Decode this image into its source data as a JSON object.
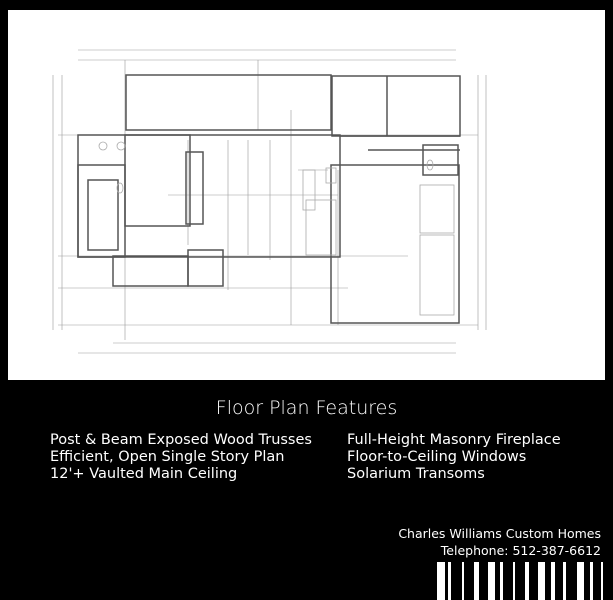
{
  "heading": "Floor Plan Features",
  "features_left": [
    "Post & Beam Exposed Wood Trusses",
    "Efficient, Open Single Story Plan",
    "12'+ Vaulted Main Ceiling"
  ],
  "features_right": [
    "Full-Height Masonry Fireplace",
    "Floor-to-Ceiling Windows",
    "Solarium Transoms"
  ],
  "company": {
    "name": "Charles Williams Custom Homes",
    "phone": "Telephone: 512-387-6612"
  },
  "colors": {
    "background": "#000000",
    "text": "#ffffff",
    "plan_background": "#ffffff",
    "plan_lines": "#555555"
  }
}
